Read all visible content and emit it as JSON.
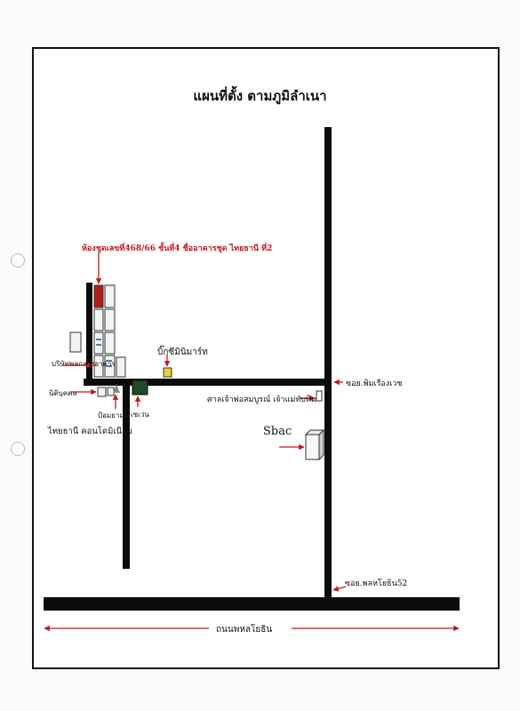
{
  "map": {
    "title": "แผนที่ตั้ง ตามภูมิลำเนา",
    "labels": {
      "target_room": "ห้องชุดเลขที่468/66 ชั้นที่4 ชื่ออาคารชุด ไทยธานี ที่2",
      "big_c": "บิ๊กซีมินิมาร์ท",
      "management": "บริษัทพลกลางอาคาร",
      "juristic": "นิติบุคคล",
      "guard_post": "ป้อมยาม",
      "seven_eleven": "เซเว่น",
      "condo_name": "ไทยธานี คอนโดมิเนียม",
      "soi_phimrueang": "ซอย.พิมเรืองเวช",
      "shrine": "ศาลเจ้าพ่อสมบูรณ์ เจ้าแม่ทับทิม",
      "sbac": "Sbac",
      "soi_phahon52": "ซอย.พลหโยธิน52",
      "main_road": "ถนนพหลโยธิน"
    },
    "colors": {
      "road": "#0b0b0b",
      "arrow_red": "#c4161c",
      "target_building": "#b51b1b",
      "big_c_marker": "#e8d13a",
      "seven_eleven_marker": "#1d4d2a"
    }
  }
}
